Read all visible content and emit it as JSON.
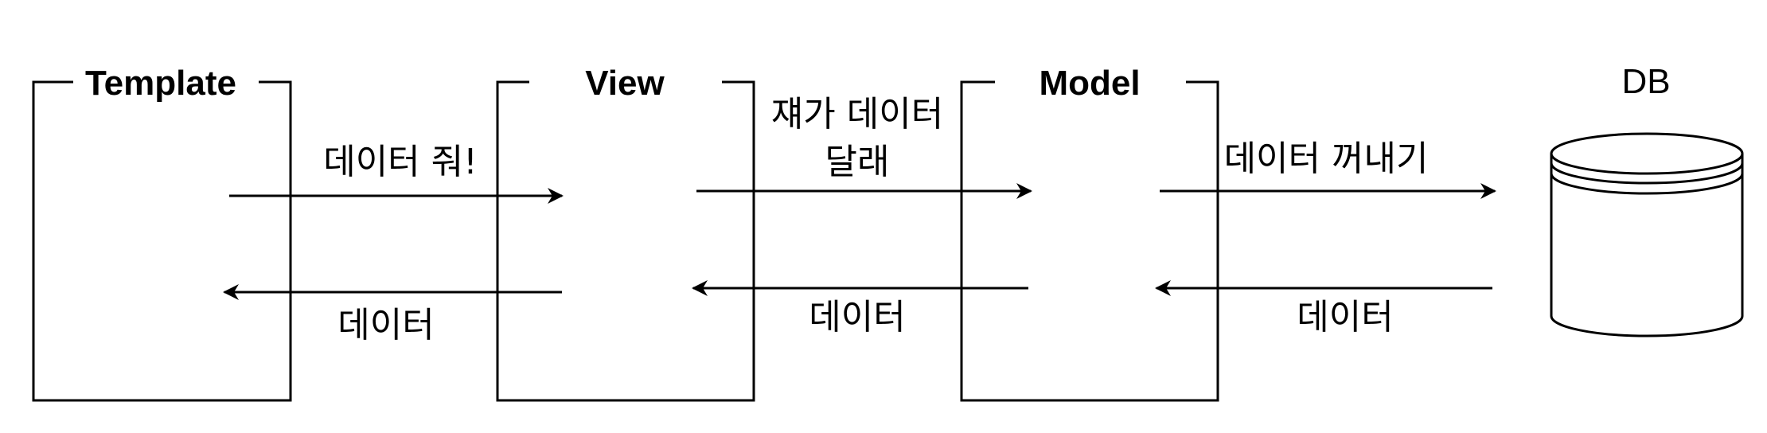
{
  "boxes": {
    "template": "Template",
    "view": "View",
    "model": "Model",
    "db": "DB"
  },
  "edges": {
    "template_to_view": "데이터 줘!",
    "view_to_template": "데이터",
    "view_to_model_line1": "쟤가 데이터",
    "view_to_model_line2": "달래",
    "model_to_view": "데이터",
    "model_to_db": "데이터 꺼내기",
    "db_to_model": "데이터"
  },
  "colors": {
    "stroke": "#000000",
    "background": "#ffffff"
  }
}
